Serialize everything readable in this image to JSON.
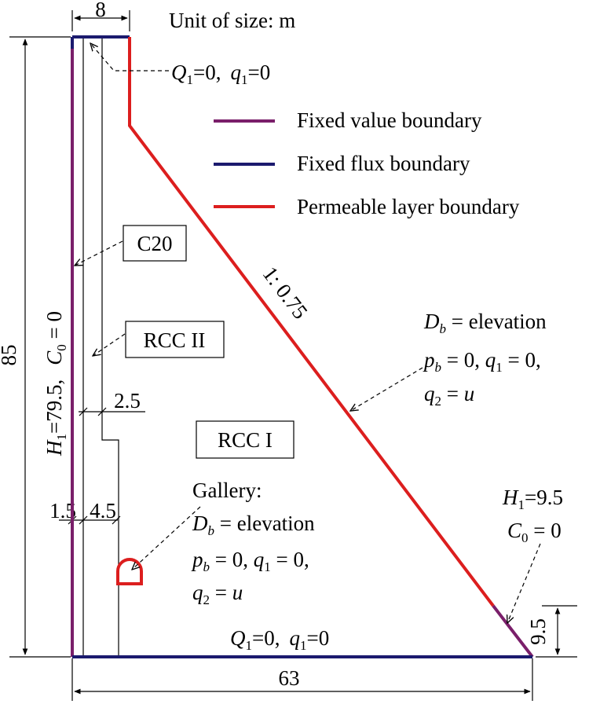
{
  "units": {
    "text": "Unit of size: m"
  },
  "dimensions": {
    "crest_width": "8",
    "height": "85",
    "base_width": "63",
    "width_c20": "1.5",
    "width_rcc2_lower": "4.5",
    "step_rcc2": "2.5",
    "tail_height": "9.5"
  },
  "slope": {
    "text": "1: 0.75"
  },
  "legend": {
    "items": [
      {
        "label": "Fixed value boundary",
        "color": "#7a1f6a"
      },
      {
        "label": "Fixed flux boundary",
        "color": "#1b1a6e"
      },
      {
        "label": "Permeable layer boundary",
        "color": "#dc1e1e"
      }
    ]
  },
  "zones": {
    "c20": "C20",
    "rcc2": "RCC II",
    "rcc1": "RCC I"
  },
  "annotations": {
    "top": {
      "Q": "Q",
      "Q_sub": "1",
      "Q_val": "=0,",
      "q": "q",
      "q_sub": "1",
      "q_val": "=0"
    },
    "bottom": {
      "Q": "Q",
      "Q_sub": "1",
      "Q_val": "=0,",
      "q": "q",
      "q_sub": "1",
      "q_val": "=0"
    },
    "upstream": {
      "H": "H",
      "H_sub": "1",
      "H_val": "=79.5,",
      "C": "C",
      "C_sub": "0",
      "C_val": " = 0"
    },
    "downstream": {
      "H": "H",
      "H_sub": "1",
      "H_val": "=9.5",
      "C": "C",
      "C_sub": "0",
      "C_val": " = 0"
    },
    "slope_bc": {
      "D": "D",
      "D_sub": "b",
      "D_val": " = elevation",
      "p": "p",
      "p_sub": "b",
      "p_val": " = 0, ",
      "q1": "q",
      "q1_sub": "1",
      "q1_val": " = 0,",
      "q2": "q",
      "q2_sub": "2",
      "q2_val": " = ",
      "u": "u"
    },
    "gallery": {
      "title": "Gallery:",
      "D": "D",
      "D_sub": "b",
      "D_val": " = elevation",
      "p": "p",
      "p_sub": "b",
      "p_val": " = 0, ",
      "q1": "q",
      "q1_sub": "1",
      "q1_val": " = 0,",
      "q2": "q",
      "q2_sub": "2",
      "q2_val": " = ",
      "u": "u"
    }
  }
}
